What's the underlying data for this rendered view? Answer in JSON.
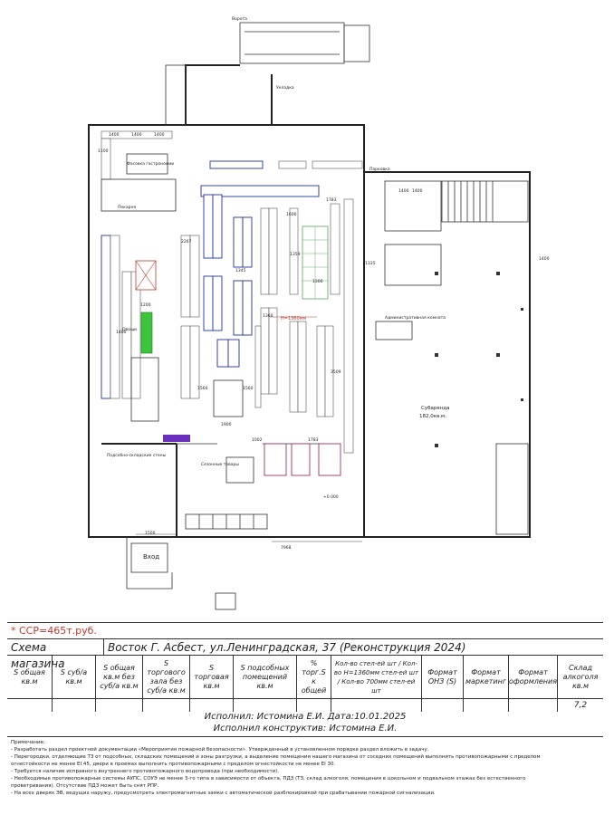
{
  "plan": {
    "room_labels": {
      "pekarnya": "Пекарня",
      "fasovka": "Фасовка гастрономии",
      "ovoschi": "Овощи",
      "sezonnye": "Сезонные товары",
      "vhod": "Вход",
      "subarenda": "Субаренда",
      "subarenda_area": "182,0кв.м.",
      "admin": "Административная комната",
      "podsobno": "Подсобно-складские стены",
      "vorota": "Ворота",
      "parkovka": "Парковка",
      "ukladka": "Укладка"
    },
    "dims": [
      "1400",
      "1400",
      "1400",
      "1400",
      "1100",
      "1783",
      "1400",
      "1335",
      "2267",
      "1345",
      "1360",
      "1560",
      "1560",
      "1002",
      "1783",
      "7968",
      "1500",
      "1400",
      "1200",
      "1900",
      "1600",
      "1359",
      "1300",
      "3509",
      "1400"
    ],
    "red_dim": "Н=1360мм",
    "dest_badge": "+0.000"
  },
  "stamp": {
    "price": "*  ССР=465т.руб.",
    "title_left": "Схема магазина",
    "title_right": "Восток  Г. Асбест, ул.Ленинградская, 37 (Реконструкция 2024)",
    "headers": [
      "S общая кв.м",
      "S суб/а кв.м",
      "S общая кв.м без суб/а кв.м",
      "S торгового зала без суб/а кв.м",
      "S торговая кв.м",
      "S подсобных помещений кв.м",
      "% торг.S к общей",
      "Кол-во стел-ей шт / Кол-во Н=1360мм стел-ей шт / Кол-во 700мм стел-ей шт",
      "Формат ОНЗ (S)",
      "Формат маркетинг",
      "Формат оформления",
      "Склад алкоголя кв.м"
    ],
    "values": [
      "",
      "",
      "",
      "",
      "",
      "",
      "",
      "",
      "",
      "",
      "",
      "7,2"
    ],
    "executor": "Исполнил: Истомина Е.И.  Дата:10.01.2025",
    "executor2": "Исполнил конструктив: Истомина Е.И.",
    "notes_title": "Примечание:",
    "notes": [
      "- Разработать раздел проектной документации «Мероприятия пожарной безопасности». Утвержденный в установленном порядке раздел вложить в задачу.",
      "- Перегородки, отделяющие ТЗ от подсобных, складских помещений и зоны разгрузки, а выделение помещения нашего магазина от соседних помещений выполнить противопожарными с пределом",
      "огнестойкости не менее EI 45, двери в проемах выполнить противопожарными с пределом огнестойкости не менее EI 30.",
      "- Требуется наличие исправного внутреннего противопожарного водопровода (при необходимости).",
      "- Необходимые противопожарные системы АУПС, СОУЭ не менее 3-го типа в зависимости от объекта, ПДЗ (ТЗ, склад алкоголя, помещения в цокольном и подвальном этажах без естественного",
      "проветривания). Отсутствие ПДЗ может быть снят РПР.",
      "- На всех дверях ЭВ, ведущих наружу, предусмотреть электромагнитные замки с автоматической разблокировкой при срабатывании пожарной сигнализации."
    ]
  }
}
